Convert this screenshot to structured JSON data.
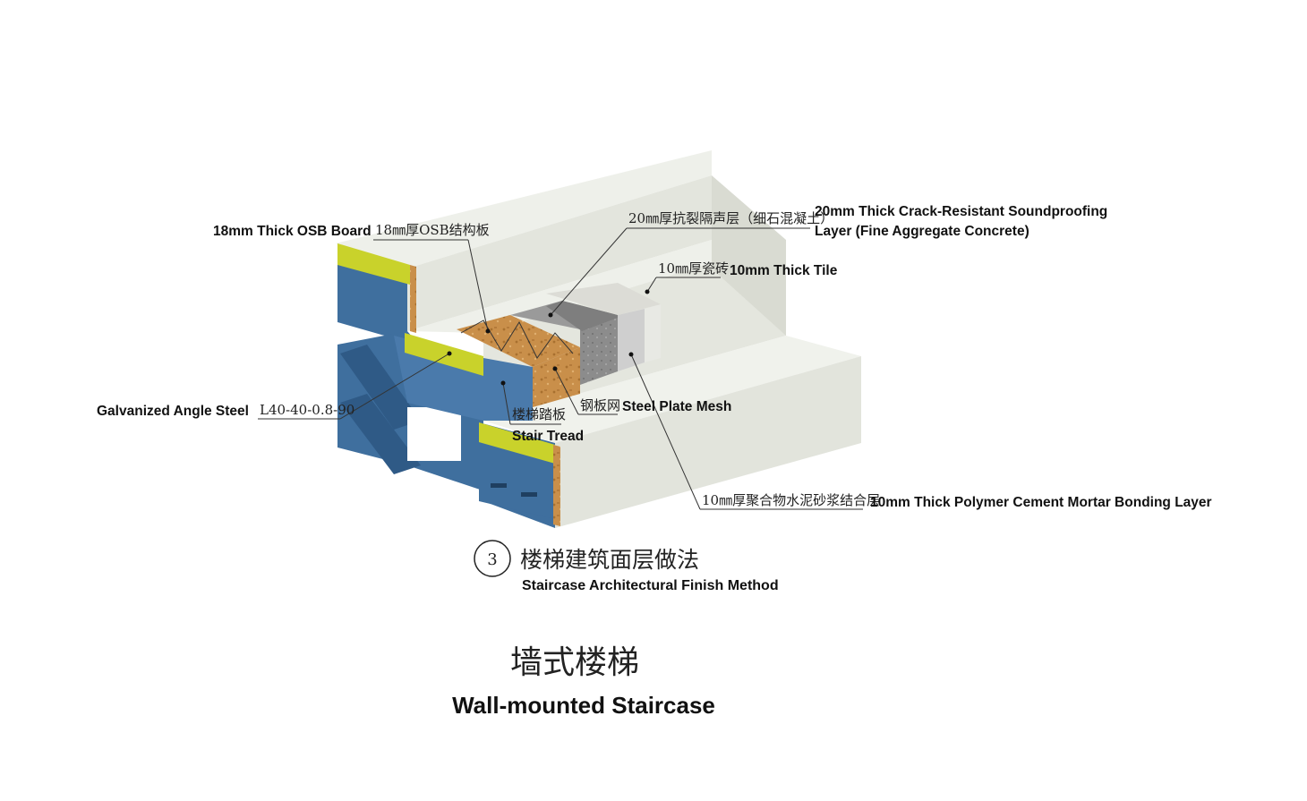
{
  "labels": {
    "osb_en": "18mm Thick OSB Board",
    "osb_cn": "18㎜厚OSB结构板",
    "soundproof_cn": "20㎜厚抗裂隔声层（细石混凝土）",
    "soundproof_en_1": "20mm Thick Crack-Resistant Soundproofing",
    "soundproof_en_2": "Layer (Fine Aggregate Concrete)",
    "tile_cn": "10㎜厚瓷砖",
    "tile_en": "10mm Thick Tile",
    "angle_en": "Galvanized Angle Steel",
    "angle_cn": "L40-40-0.8-90",
    "tread_cn": "楼梯踏板",
    "tread_en": "Stair Tread",
    "mesh_cn": "钢板网",
    "mesh_en": "Steel Plate Mesh",
    "mortar_cn": "10㎜厚聚合物水泥砂浆结合层",
    "mortar_en": "10mm Thick Polymer Cement Mortar Bonding Layer"
  },
  "detail": {
    "number": "3",
    "title_cn": "楼梯建筑面层做法",
    "title_en": "Staircase Architectural Finish Method"
  },
  "footer": {
    "title_cn": "墙式楼梯",
    "title_en": "Wall-mounted Staircase"
  },
  "colors": {
    "steel_blue": "#3f6f9e",
    "steel_blue_dark": "#2f5a86",
    "yellow_green": "#c9d22b",
    "osb": "#c98f4a",
    "marble": "#e6e8e0",
    "marble_top": "#eef0ea",
    "concrete": "#8a8a8a",
    "mortar": "#cfcfcf"
  }
}
